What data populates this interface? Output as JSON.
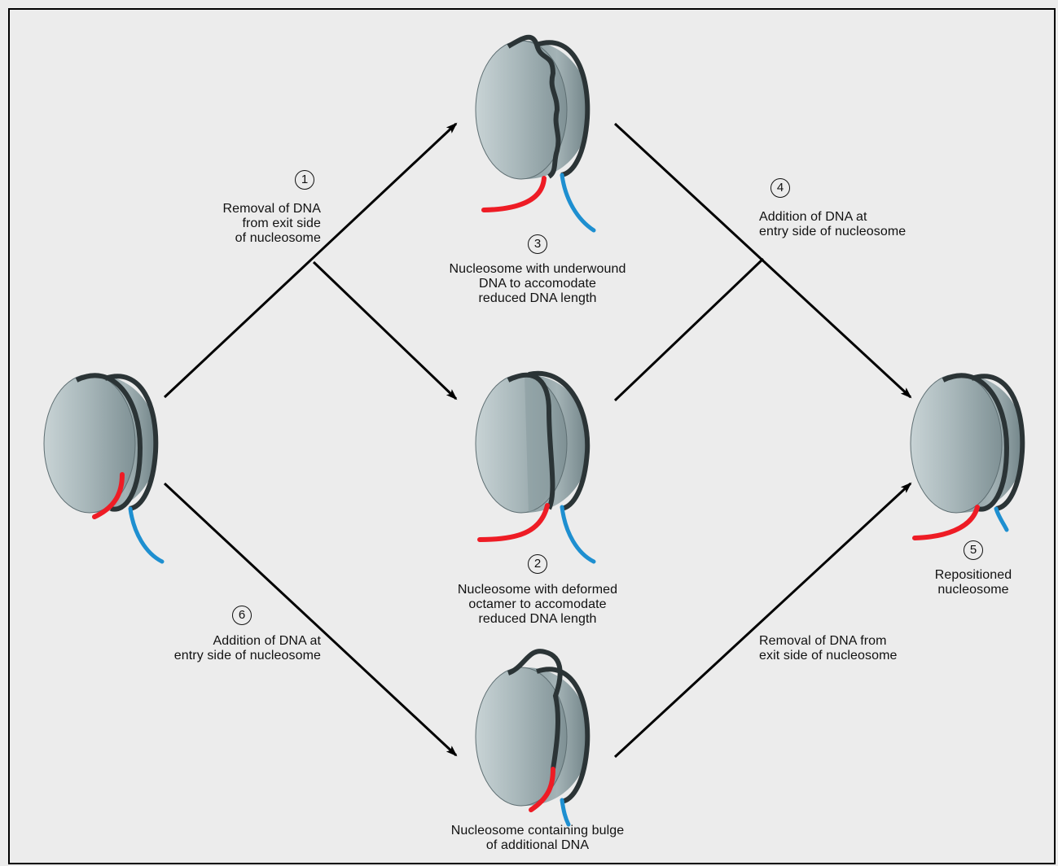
{
  "colors": {
    "background": "#ececec",
    "arrow": "#000000",
    "histone_core": "#a6b5b8",
    "dna": "#2b3436",
    "exit_dna": "#ee1c25",
    "entry_dna": "#1e8fd0"
  },
  "steps": [
    {
      "number": "1",
      "text": "Removal of DNA\nfrom exit side\nof nucleosome"
    },
    {
      "number": "2",
      "text": "Nucleosome with deformed\noctamer to accomodate\nreduced DNA length"
    },
    {
      "number": "3",
      "text": "Nucleosome with underwound\nDNA to accomodate\nreduced DNA length"
    },
    {
      "number": "4",
      "text": "Addition of DNA at\nentry side of nucleosome"
    },
    {
      "number": "5",
      "text": "Repositioned\nnucleosome"
    },
    {
      "number": "6",
      "text": "Addition of DNA at\nentry side of nucleosome"
    }
  ],
  "labels": {
    "bottom_node": "Nucleosome containing bulge\nof additional DNA",
    "bottom_right_path": "Removal of DNA from\nexit side of nucleosome"
  },
  "nodes": [
    {
      "name": "initial-nucleosome",
      "variant": "normal"
    },
    {
      "name": "underwound-nucleosome",
      "variant": "wavy"
    },
    {
      "name": "deformed-nucleosome",
      "variant": "deformed"
    },
    {
      "name": "bulge-nucleosome",
      "variant": "bulge"
    },
    {
      "name": "repositioned-nucleosome",
      "variant": "normal"
    }
  ]
}
